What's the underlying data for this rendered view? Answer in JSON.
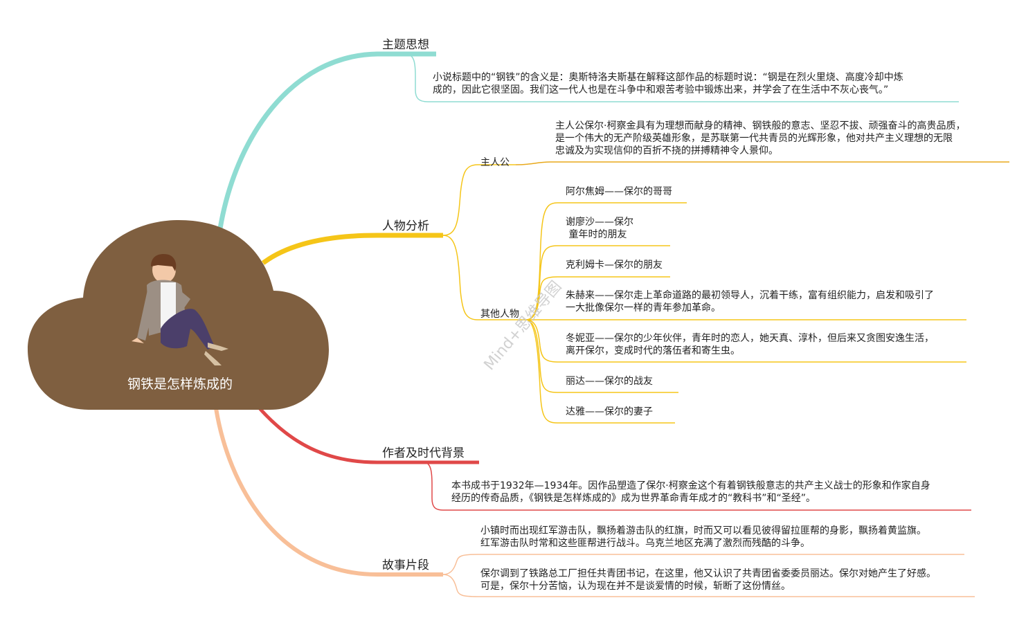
{
  "root": {
    "title": "钢铁是怎样炼成的",
    "color": "#7f5f40"
  },
  "watermark": "Mind+思维导图",
  "branches": {
    "theme": {
      "label": "主题思想",
      "color": "#8fdcd2",
      "lines": [
        "小说标题中的“钢铁”的含义是：奥斯特洛夫斯基在解释这部作品的标题时说：“钢是在烈火里烧、高度冷却中炼",
        "成的，因此它很坚固。我们这一代人也是在斗争中和艰苦考验中锻炼出来，并学会了在生活中不灰心丧气。”"
      ]
    },
    "characters": {
      "label": "人物分析",
      "color": "#f5c518",
      "protagonist": {
        "label": "主人公",
        "lines": [
          "主人公保尔·柯察金具有为理想而献身的精神、钢铁般的意志、坚忍不拔、顽强奋斗的高贵品质，",
          "是一个伟大的无产阶级英雄形象，是苏联第一代共青员的光辉形象，他对共产主义理想的无限",
          "忠诚及为实现信仰的百折不挠的拼搏精神令人景仰。"
        ]
      },
      "others": {
        "label": "其他人物",
        "items": [
          [
            "阿尔焦姆——保尔的哥哥"
          ],
          [
            "谢廖沙——保尔",
            " 童年时的朋友"
          ],
          [
            "克利姆卡—保尔的朋友"
          ],
          [
            "朱赫来——保尔走上革命道路的最初领导人，沉着干练，富有组织能力，启发和吸引了",
            "一大批像保尔一样的青年参加革命。"
          ],
          [
            "冬妮亚——保尔的少年伙伴，青年时的恋人，她天真、淳朴，但后来又贪图安逸生活，",
            "离开保尔，变成时代的落伍者和寄生虫。"
          ],
          [
            "丽达——保尔的战友"
          ],
          [
            "达雅——保尔的妻子"
          ]
        ]
      }
    },
    "author": {
      "label": "作者及时代背景",
      "color": "#e04848",
      "lines": [
        "本书成书于1932年—1934年。因作品塑造了保尔·柯察金这个有着钢铁般意志的共产主义战士的形象和作家自身",
        "经历的传奇品质，《钢铁是怎样炼成的》成为世界革命青年成才的“教科书”和“圣经”。"
      ]
    },
    "story": {
      "label": "故事片段",
      "color": "#f8bf98",
      "items": [
        [
          "小镇时而出现红军游击队，飘扬着游击队的红旗，时而又可以看见彼得留拉匪帮的身影，飘扬着黄监旗。",
          "红军游击队时常和这些匪帮进行战斗。乌克兰地区充满了激烈而残酷的斗争。"
        ],
        [
          "保尔调到了铁路总工厂担任共青团书记，在这里，他又认识了共青团省委委员丽达。保尔对她产生了好感。",
          "可是，保尔十分苦恼，认为现在并不是谈爱情的时候，斩断了这份情丝。"
        ]
      ]
    }
  }
}
